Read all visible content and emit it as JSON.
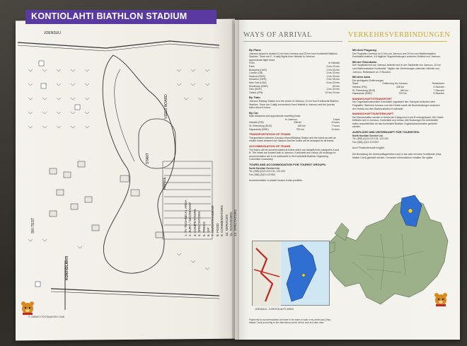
{
  "left_page": {
    "title": "KONTIOLAHTI BIATHLON STADIUM",
    "map_labels": {
      "joensuu": "JOENSUU",
      "kontiolahti": "KONTIOLAHTI",
      "ski_test": "SKI TEST",
      "video_board": "VIDEO BOARD",
      "start": "START",
      "range": "RANGE"
    },
    "legend": [
      "1. TV TECHNICAL AREA",
      "2. JURY / SECRETARY",
      "3. COMPETITORS",
      "4. SPECTATORS",
      "5. PRESS",
      "6. VIP",
      "7. ENTERTAINMENT",
      "8. FOOD",
      "9. COMMENTATORS",
      "10. SERVICES",
      "11. SOUVENIRS",
      "12. SPECTATORS"
    ],
    "copyright": "© JARMO POOTAAKKEN 1998"
  },
  "right_page": {
    "ways_title": "WAYS OF ARRIVAL",
    "verk_title": "VERKEHRSVERBINDUNGEN",
    "en": {
      "by_plane_head": "By Plane",
      "by_plane_text": "Joensuu Airport is located 11 km from Joensuu and 20 km from Kontiolahti Biathlon Stadium. There are 4 - 6 daily flights from Helsinki to Joensuu.",
      "flight_head": "Approximate flight times",
      "flights": [
        {
          "from": "From",
          "to": "to Helsinki"
        },
        {
          "from": "Paris",
          "to": "3 hrs 20 min"
        },
        {
          "from": "Budapest (HUN)",
          "to": "2 hrs 35 min"
        },
        {
          "from": "London (GB)",
          "to": "3 hrs 00 min"
        },
        {
          "from": "Moscow (RUS)",
          "to": "1 hrs 30 min"
        },
        {
          "from": "München (GER)",
          "to": "2 hrs 35 min"
        },
        {
          "from": "New York (USA)",
          "to": "8 hrs 30 min"
        },
        {
          "from": "Stockholm (SWE)",
          "to": "50 min"
        },
        {
          "from": "Oslo (NOR)",
          "to": "1 hrs 30 min"
        },
        {
          "from": "Osaka (JPN)",
          "to": "10 hrs 20 min"
        }
      ],
      "by_train_head": "By Train",
      "by_train_text": "Joensuu Railway Station is in the centre of Joensuu, 10 km from Kontiolahti Biathlon Stadium. There are 4 daily connections from Helsinki to Joensuu and the journey takes about 5 hours.",
      "by_car_head": "By Car",
      "by_car_text": "Main distances and approximate travelling times",
      "car_rows": [
        {
          "from": "",
          "dist": "to Joensuu",
          "time": "Travel"
        },
        {
          "from": "Helsinki (FIN)",
          "dist": "438 km",
          "time": "6 hours"
        },
        {
          "from": "St. Petersburg (RUS)",
          "dist": "450 km",
          "time": "7 hours"
        },
        {
          "from": "Haparanda (SWE)",
          "dist": "700 km",
          "time": "8 hours"
        }
      ],
      "transport_head": "TRANSPORTATION OF TEAMS",
      "transport_text": "Transportation between Joensuu Airport/Railway Station and the hotels as well as shuttle buses between the Stadium and the hotels will be arranged for all teams.",
      "accom_head": "ACCOMMODATION OF TEAMS",
      "accom_text": "The teams will be accommodated at hotels which are classified into categories A and B. The hotels are located both in Joensuu, Kontiolahti and Lieksa. All bookings for accommodation are to be addressed to the Kontiolahti Biathlon Organizing Committee exclusively.",
      "tours_head": "TOURS AND ACCOMMODATION FOR TOURIST GROUPS:",
      "tours_company": "North Karelian Service Ltd.",
      "tours_tel": "Tel. (358)-(0)13-224 134, 123 433",
      "tours_fax": "Fax (358)-(0)13-123 553",
      "private": "Accommodation in private houses is also possible.",
      "foot_note": "Payments for accommodation will have to be made in cash or by credit card (Visa, Master Card) according to the instructions which will be sent at a later date."
    },
    "de": {
      "flugzeug_head": "Mit dem Flugzeug",
      "flugzeug_text": "Der Flughafen Joensuu ist 11 km von Joensuu und 20 km vom Biathlonstadion Kontiolahti entfernt. 4-6 tägliche Flugverbindungen zwischen Helsinki und Joensuu.",
      "bahn_head": "Mit der Eisenbahn",
      "bahn_text": "Der Hauptbahnhof von Joensuu befindet sich in der Stadtmitte von Joensuu, 15 km vom Biathlonstadion Kontiolahti. Täglich vier Verbindungen zwischen Helsinki und Joensuu. Reisedauer ca. 5 Stunden.",
      "auto_head": "Mit dem Auto",
      "auto_text": "Die wichtigsten Entfernungen",
      "auto_rows": [
        {
          "from": "Stadt",
          "dist": "Entfernung bis Joensuu",
          "time": "Reisedauer"
        },
        {
          "from": "Helsinki (FIN)",
          "dist": "438 km",
          "time": "6 Stunden"
        },
        {
          "from": "St. Petersburg (RUS)",
          "dist": "450 km",
          "time": "7 Stunden"
        },
        {
          "from": "Haparanda (SWE)",
          "dist": "700 km",
          "time": "8 Stunden"
        }
      ],
      "transport_head": "MANNSCHAFTSTRANSPORT",
      "transport_text": "Der Organisationskomitee Kontiolahti organisiert den Transport zwischen dem Flughafen / Bahnhof Joensuu und den Hotels sowie die Buserbindungen zwischen den Hotels und dem Biathlonstadion Kontiolahti.",
      "unterkunft_head": "MANNSCHAFTSUNTERKUNFT",
      "unterkunft_text": "Die Mannschaften werden in Hotels der Kategorien A und B untergebracht. Die Hotels befinden sich in Joensuu, Kontiolahti und Lieksa. Alle Buchungen für Unterkünfte sollen ausschließlich an das Kontiolahti Biathlon Organisationskomitee gerichtet werden.",
      "tours_head": "AUSFLÜGE UND UNTERKUNFT FÜR TOURISTEN:",
      "tours_company": "North Karelian Service Ltd.",
      "tours_tel": "Tel. (358)-(0)13-224 134, 123 433",
      "tours_fax": "Fax (358)-(0)13-123 553",
      "private": "Auch Privatunterkunft möglich.",
      "foot_note": "Die Bezahlung der Unterkunftsgebühren muß in bar oder mit einer Kreditkarte (Visa, Master Card) geleistet werden. Genauere Informationen erhalten Sie später."
    },
    "inset_caption": "JOENSUU - KONTIOLAHTI AREA"
  },
  "colors": {
    "title_band": "#5a3aa0",
    "accent_gold": "#c9a52a",
    "accent_red": "#b3261e",
    "map_green": "#9cb08a",
    "highlight_finland": "#2f6fd1",
    "marker_yellow": "#f2d21c"
  }
}
